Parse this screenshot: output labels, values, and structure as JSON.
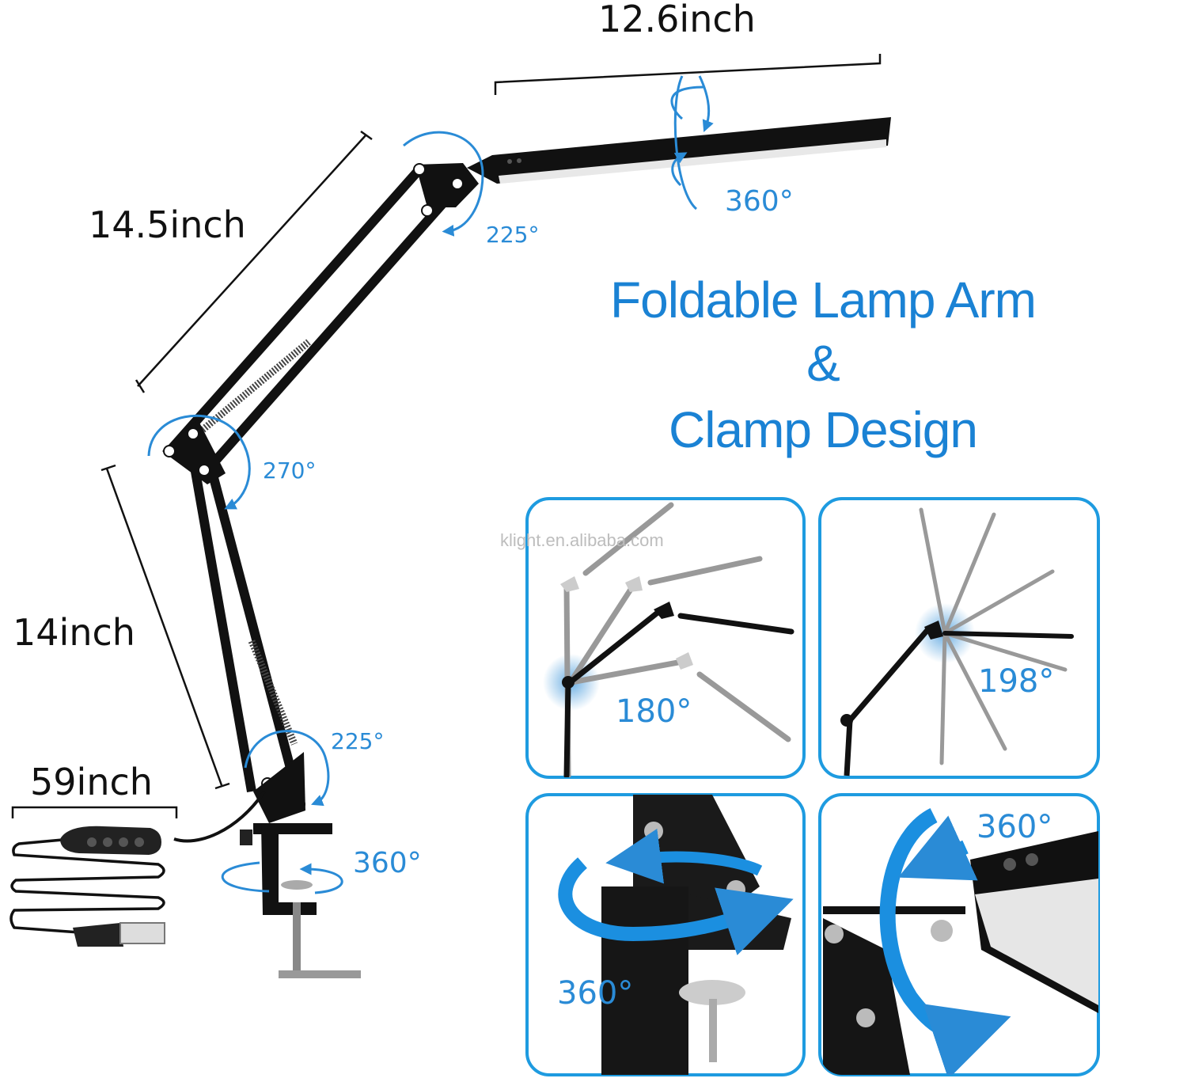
{
  "dimensions": {
    "head_width": "12.6inch",
    "upper_arm": "14.5inch",
    "lower_arm": "14inch",
    "cable": "59inch"
  },
  "main_angles": {
    "head_rotate": "360°",
    "head_joint": "225°",
    "elbow_joint": "270°",
    "base_joint": "225°",
    "clamp_rotate": "360°"
  },
  "headline": {
    "line1": "Foldable Lamp Arm",
    "line2": "&",
    "line3": "Clamp Design"
  },
  "watermark": "klight.en.alibaba.com",
  "panels": {
    "fold_angle": "180°",
    "head_angle": "198°",
    "clamp_rotate": "360°",
    "head_rotate": "360°"
  },
  "colors": {
    "accent": "#1a82d4",
    "arm": "#111111",
    "panel_border": "#1e9be0"
  }
}
